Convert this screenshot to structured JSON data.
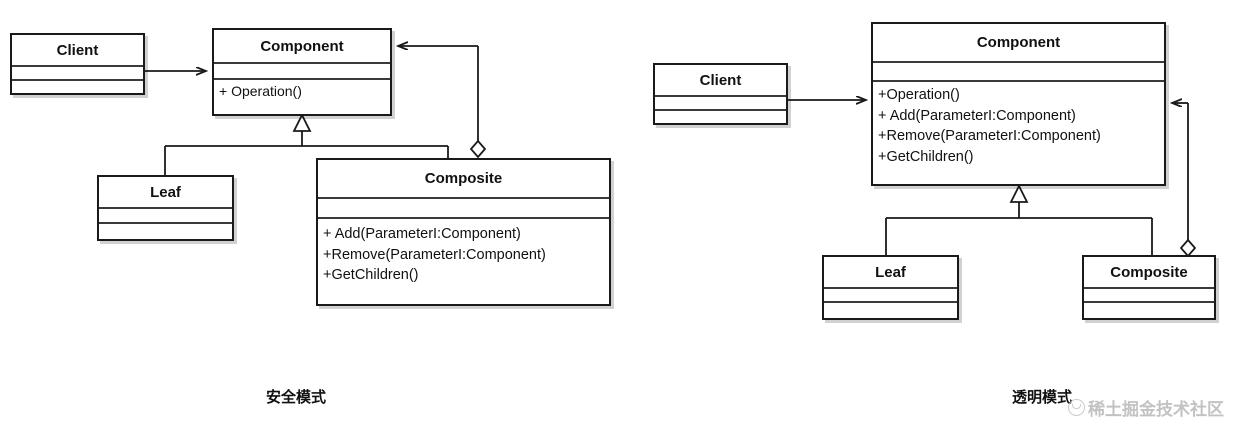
{
  "diagram": {
    "title_left": "安全模式",
    "title_right": "透明模式",
    "left": {
      "client": {
        "name": "Client",
        "attributes": "",
        "operations": ""
      },
      "component": {
        "name": "Component",
        "attributes": "",
        "operations": "+ Operation()"
      },
      "leaf": {
        "name": "Leaf",
        "attributes": "",
        "operations": ""
      },
      "composite": {
        "name": "Composite",
        "attributes": "",
        "operations": "+ Add(ParameterI:Component)\n+Remove(ParameterI:Component)\n+GetChildren()"
      }
    },
    "right": {
      "client": {
        "name": "Client",
        "attributes": "",
        "operations": ""
      },
      "component": {
        "name": "Component",
        "attributes": "",
        "operations": "+Operation()\n+ Add(ParameterI:Component)\n+Remove(ParameterI:Component)\n+GetChildren()"
      },
      "leaf": {
        "name": "Leaf",
        "attributes": "",
        "operations": ""
      },
      "composite": {
        "name": "Composite",
        "attributes": "",
        "operations": ""
      }
    }
  },
  "watermark": {
    "text": "稀土掘金技术社区"
  },
  "colors": {
    "stroke": "#1a1a1a",
    "fill": "#ffffff",
    "separator": "#3a3a3a",
    "watermark": "#b8b8b8"
  }
}
